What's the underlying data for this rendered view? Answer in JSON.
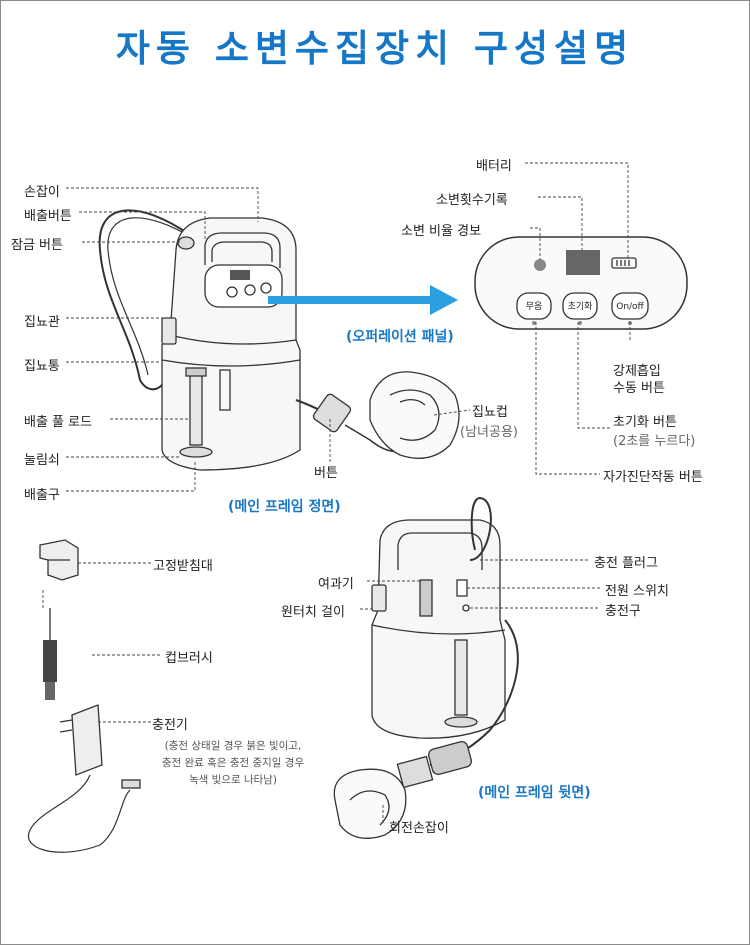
{
  "title": "자동 소변수집장치 구성설명",
  "front_labels": {
    "handle": "손잡이",
    "drain_button": "배출버튼",
    "lock_button": "잠금 버튼",
    "urine_tube": "집뇨관",
    "urine_tank": "집뇨통",
    "drain_pull_rod": "배출 풀 로드",
    "release_lock": "눌림쇠",
    "outlet": "배출구",
    "button": "버튼",
    "urine_cup": "집뇨컵",
    "urine_cup_note": "(남녀공용)"
  },
  "panel_labels": {
    "battery": "배터리",
    "count_record": "소변횟수기록",
    "ratio_alarm": "소변 비율 경보",
    "operation_panel": "(오퍼레이션 패널)",
    "forced_suction": "강제흡입",
    "forced_suction_2": "수동 버튼",
    "reset_button": "초기화 버튼",
    "reset_note": "(2초를 누르다)",
    "self_test": "자가진단작동 버튼"
  },
  "panel_buttons": {
    "b1": "무음",
    "b2": "초기화",
    "b3": "On/off"
  },
  "captions": {
    "front": "(메인 프레임 정면)",
    "back": "(메인 프레임 뒷면)"
  },
  "accessories": {
    "stand": "고정받침대",
    "brush": "컵브러시",
    "charger": "충전기",
    "charger_note_1": "(충전 상태일 경우 붉은 빛이고,",
    "charger_note_2": "충전 완료 혹은 충전 중지일 경우",
    "charger_note_3": "녹색 빛으로 나타남)"
  },
  "back_labels": {
    "charge_plug": "충전 플러그",
    "filter": "여과기",
    "power_switch": "전원 스위치",
    "remote_hanger": "원터치 걸이",
    "charge_port": "충전구",
    "rotate_handle": "회전손잡이"
  },
  "colors": {
    "title": "#1577c6",
    "arrow": "#2b9fe0",
    "caption": "#1b78c7"
  }
}
